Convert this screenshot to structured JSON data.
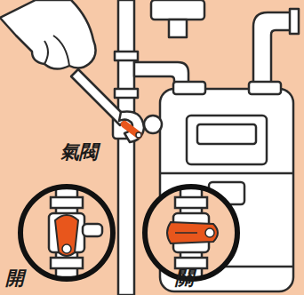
{
  "diagram": {
    "labels": [
      "氣閥",
      "開",
      "關"
    ]
  }
}
